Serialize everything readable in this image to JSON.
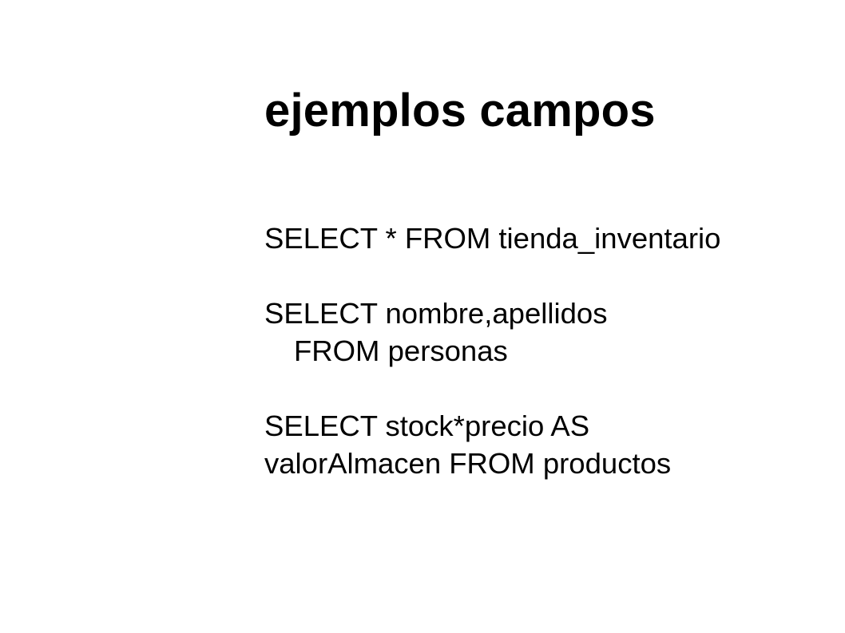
{
  "slide": {
    "title": "ejemplos campos",
    "lines": [
      "SELECT * FROM tienda_inventario",
      "SELECT nombre,apellidos",
      "FROM personas",
      "SELECT stock*precio AS",
      "valorAlmacen FROM productos"
    ]
  }
}
